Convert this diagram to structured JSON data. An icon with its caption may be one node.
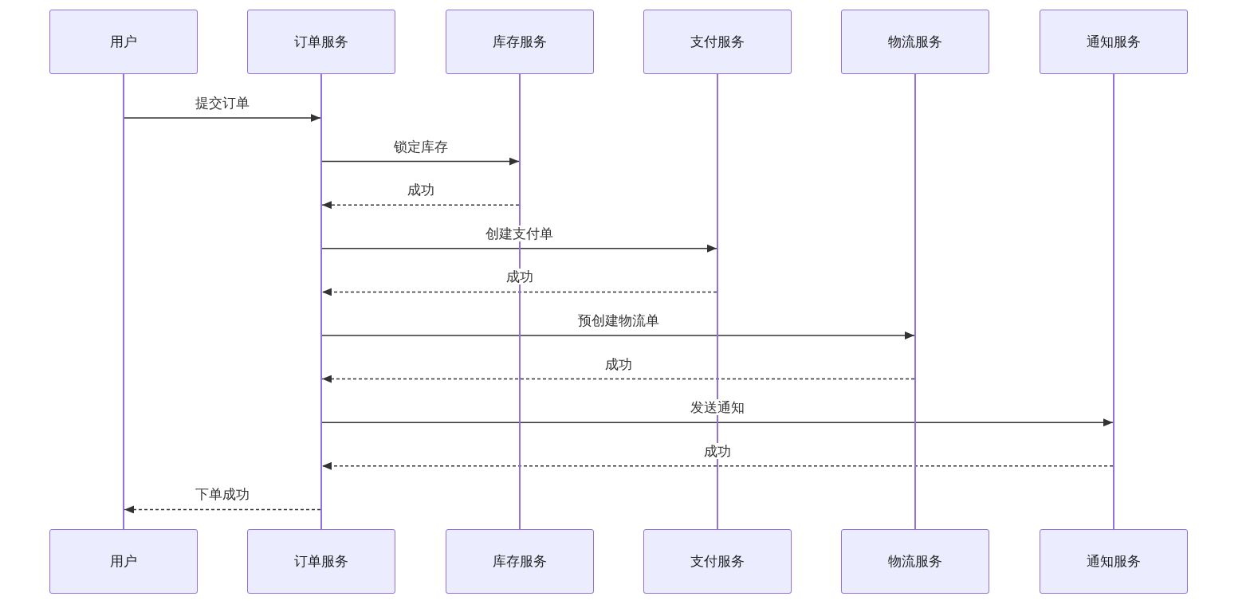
{
  "diagram": {
    "nodes": [
      {
        "text": [
          "用户"
        ]
      },
      {
        "text": [
          "订单服务"
        ]
      },
      {
        "text": [
          "库存服务"
        ]
      },
      {
        "text": [
          "支付服务"
        ]
      },
      {
        "text": [
          "物流服务"
        ]
      },
      {
        "text": [
          "通知服务"
        ]
      },
      {
        "text": [],
        "shape": "bar"
      },
      {
        "text": [],
        "shape": "bar"
      },
      {
        "text": [],
        "shape": "bar"
      },
      {
        "text": [],
        "shape": "bar"
      },
      {
        "text": [],
        "shape": "bar"
      },
      {
        "text": [],
        "shape": "bar"
      },
      {
        "text": [
          "用户"
        ]
      },
      {
        "text": [
          "订单服务"
        ]
      },
      {
        "text": [
          "库存服务"
        ]
      },
      {
        "text": [
          "支付服务"
        ]
      },
      {
        "text": [
          "物流服务"
        ]
      },
      {
        "text": [
          "通知服务"
        ]
      }
    ],
    "edges": [
      {
        "from": 6,
        "to": 7,
        "arrow": "to",
        "label": "提交订单"
      },
      {
        "from": 7,
        "to": 8,
        "arrow": "to",
        "label": "锁定库存"
      },
      {
        "from": 8,
        "to": 7,
        "arrow": "to",
        "label": "成功",
        "style": "dashed"
      },
      {
        "from": 7,
        "to": 9,
        "arrow": "to",
        "label": "创建支付单"
      },
      {
        "from": 9,
        "to": 7,
        "arrow": "to",
        "label": "成功",
        "style": "dashed"
      },
      {
        "from": 7,
        "to": 10,
        "arrow": "to",
        "label": "预创建物流单"
      },
      {
        "from": 10,
        "to": 7,
        "arrow": "to",
        "label": "成功",
        "style": "dashed"
      },
      {
        "from": 7,
        "to": 11,
        "arrow": "to",
        "label": "发送通知"
      },
      {
        "from": 11,
        "to": 7,
        "arrow": "to",
        "label": "成功",
        "style": "dashed"
      },
      {
        "from": 7,
        "to": 6,
        "arrow": "to",
        "label": "下单成功",
        "style": "dashed"
      }
    ]
  }
}
